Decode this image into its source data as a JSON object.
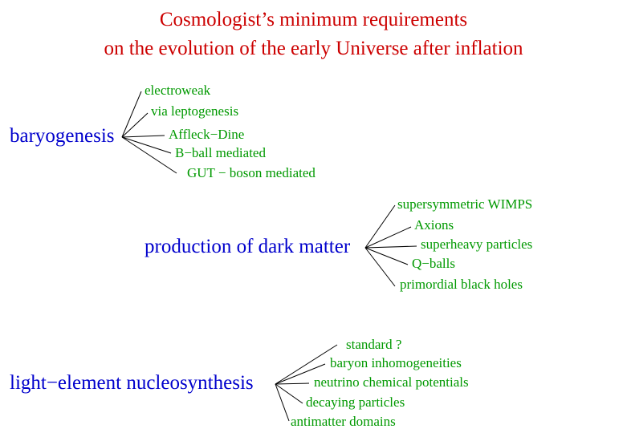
{
  "title": {
    "line1": "Cosmologist’s minimum requirements",
    "line2": "on the evolution of the early Universe after inflation"
  },
  "colors": {
    "title": "#cc0000",
    "topic": "#0000cc",
    "leaf": "#009900",
    "line": "#000000"
  },
  "groups": [
    {
      "label": "baryogenesis",
      "items": [
        "electroweak",
        "via leptogenesis",
        "Affleck−Dine",
        "B−ball mediated",
        "GUT − boson mediated"
      ]
    },
    {
      "label": "production of dark matter",
      "items": [
        "supersymmetric WIMPS",
        "Axions",
        "superheavy particles",
        "Q−balls",
        "primordial black holes"
      ]
    },
    {
      "label": "light−element nucleosynthesis",
      "items": [
        "standard ?",
        "baryon inhomogeneities",
        "neutrino chemical potentials",
        "decaying particles",
        "antimatter domains"
      ]
    }
  ]
}
